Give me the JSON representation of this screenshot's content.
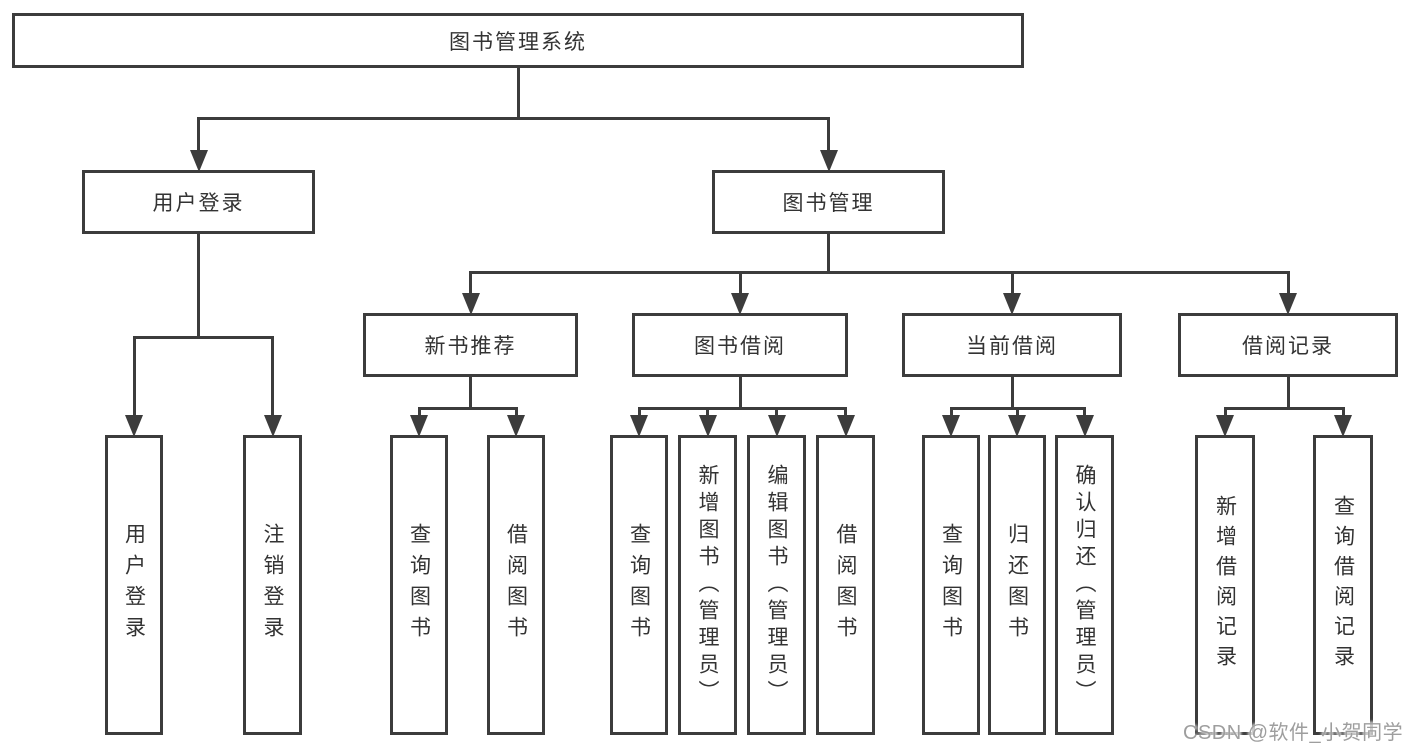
{
  "diagram": {
    "title": "图书管理系统",
    "type": "hierarchy-chart"
  },
  "nodes": [
    {
      "id": "root",
      "label": "图书管理系统",
      "level": 1
    },
    {
      "id": "user-login",
      "label": "用户登录",
      "level": 2
    },
    {
      "id": "book-mgmt",
      "label": "图书管理",
      "level": 2
    },
    {
      "id": "new-book-rec",
      "label": "新书推荐",
      "level": 3
    },
    {
      "id": "book-borrow",
      "label": "图书借阅",
      "level": 3
    },
    {
      "id": "current-borrow",
      "label": "当前借阅",
      "level": 3
    },
    {
      "id": "borrow-records",
      "label": "借阅记录",
      "level": 3
    },
    {
      "id": "leaf-user-login",
      "label": "用户登录",
      "level": 4
    },
    {
      "id": "leaf-logout",
      "label": "注销登录",
      "level": 4
    },
    {
      "id": "leaf-query-book-1",
      "label": "查询图书",
      "level": 4
    },
    {
      "id": "leaf-borrow-book-1",
      "label": "借阅图书",
      "level": 4
    },
    {
      "id": "leaf-query-book-2",
      "label": "查询图书",
      "level": 4
    },
    {
      "id": "leaf-add-book",
      "label": "新增图书（管理员）",
      "level": 4
    },
    {
      "id": "leaf-edit-book",
      "label": "编辑图书（管理员）",
      "level": 4
    },
    {
      "id": "leaf-borrow-book-2",
      "label": "借阅图书",
      "level": 4
    },
    {
      "id": "leaf-query-book-3",
      "label": "查询图书",
      "level": 4
    },
    {
      "id": "leaf-return-book",
      "label": "归还图书",
      "level": 4
    },
    {
      "id": "leaf-confirm-return",
      "label": "确认归还（管理员）",
      "level": 4
    },
    {
      "id": "leaf-add-borrow-record",
      "label": "新增借阅记录",
      "level": 4
    },
    {
      "id": "leaf-query-borrow-record",
      "label": "查询借阅记录",
      "level": 4
    }
  ],
  "edges": [
    {
      "from": "root",
      "to": [
        "user-login",
        "book-mgmt"
      ]
    },
    {
      "from": "user-login",
      "to": [
        "leaf-user-login",
        "leaf-logout"
      ]
    },
    {
      "from": "book-mgmt",
      "to": [
        "new-book-rec",
        "book-borrow",
        "current-borrow",
        "borrow-records"
      ]
    },
    {
      "from": "new-book-rec",
      "to": [
        "leaf-query-book-1",
        "leaf-borrow-book-1"
      ]
    },
    {
      "from": "book-borrow",
      "to": [
        "leaf-query-book-2",
        "leaf-add-book",
        "leaf-edit-book",
        "leaf-borrow-book-2"
      ]
    },
    {
      "from": "current-borrow",
      "to": [
        "leaf-query-book-3",
        "leaf-return-book",
        "leaf-confirm-return"
      ]
    },
    {
      "from": "borrow-records",
      "to": [
        "leaf-add-borrow-record",
        "leaf-query-borrow-record"
      ]
    }
  ],
  "watermark": {
    "text": "CSDN @软件_小贺同学"
  },
  "colors": {
    "line": "#3c3c3c",
    "text": "#333333",
    "background": "#ffffff",
    "watermark": "#9e9e9e"
  }
}
